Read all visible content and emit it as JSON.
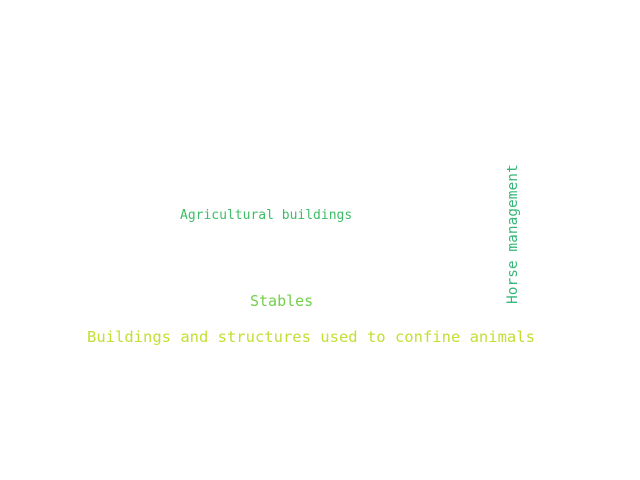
{
  "words": [
    {
      "text": "Agricultural buildings",
      "color": "#3dbd66"
    },
    {
      "text": "Stables",
      "color": "#74cf4e"
    },
    {
      "text": "Buildings and structures used to confine animals",
      "color": "#c3df34"
    },
    {
      "text": "Horse management",
      "color": "#35b778"
    }
  ]
}
